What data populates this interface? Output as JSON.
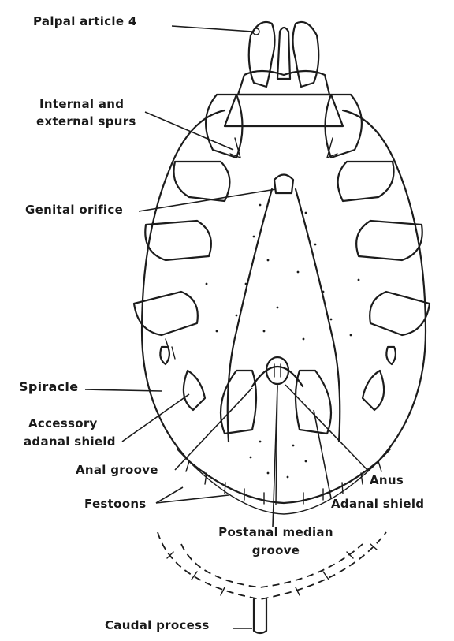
{
  "labels": {
    "palpal_article": "Palpal article 4",
    "spurs_line1": "Internal and",
    "spurs_line2": "external spurs",
    "genital_orifice": "Genital orifice",
    "spiracle": "Spiracle",
    "accessory_line1": "Accessory",
    "accessory_line2": "adanal shield",
    "anal_groove": "Anal groove",
    "festoons": "Festoons",
    "anus": "Anus",
    "adanal_shield": "Adanal shield",
    "postanal_line1": "Postanal median",
    "postanal_line2": "groove",
    "caudal_process": "Caudal process"
  }
}
